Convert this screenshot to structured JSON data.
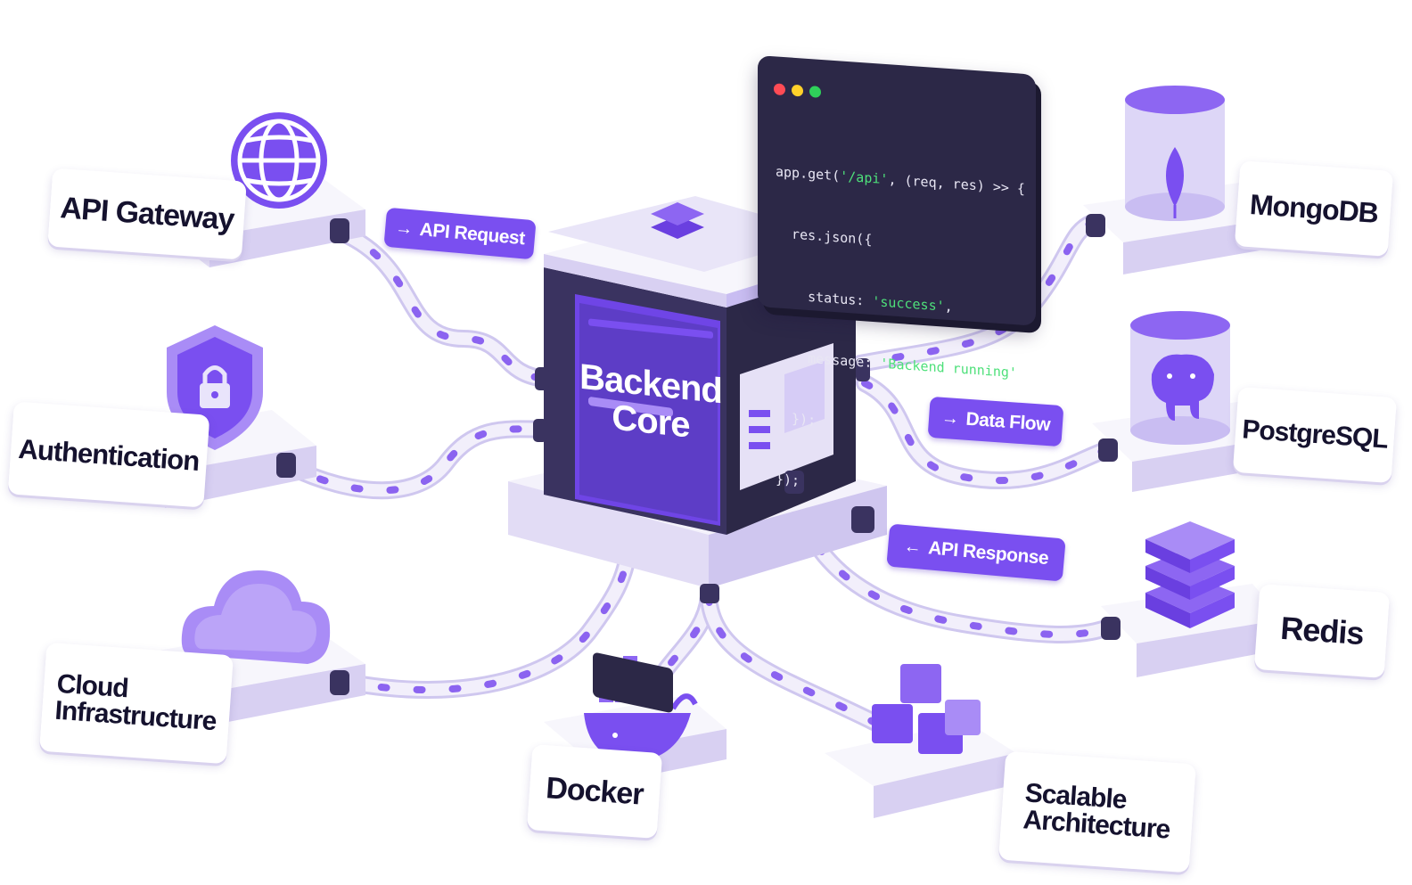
{
  "core": {
    "line1": "Backend",
    "line2": "Core"
  },
  "code": {
    "lines": [
      {
        "pre": "app.get(",
        "str": "'/api'",
        "post": ", (req, res) >> {"
      },
      {
        "pre": "  res.json({",
        "str": "",
        "post": ""
      },
      {
        "pre": "    status: ",
        "str": "'success'",
        "post": ","
      },
      {
        "pre": "    message: ",
        "str": "'Backend running'",
        "post": ""
      },
      {
        "pre": "  });",
        "str": "",
        "post": ""
      },
      {
        "pre": "});",
        "str": "",
        "post": ""
      }
    ],
    "dot_colors": [
      "#ff4b55",
      "#ffd12a",
      "#2fd05a"
    ]
  },
  "labels": {
    "api_gateway": "API Gateway",
    "authentication": "Authentication",
    "cloud": "Cloud\nInfrastructure",
    "docker": "Docker",
    "scalable": "Scalable\nArchitecture",
    "mongodb": "MongoDB",
    "postgresql": "PostgreSQL",
    "redis": "Redis"
  },
  "pills": {
    "api_request": "API Request",
    "data_flow": "Data Flow",
    "api_response": "API Response"
  },
  "colors": {
    "accent": "#7a4ff0",
    "dark": "#2c2847",
    "platform": "#efedf7",
    "text": "#15122e"
  },
  "icons": [
    "globe-icon",
    "shield-lock-icon",
    "cloud-icon",
    "docker-whale-icon",
    "cubes-icon",
    "mongodb-leaf-icon",
    "postgresql-elephant-icon",
    "redis-stack-icon"
  ]
}
